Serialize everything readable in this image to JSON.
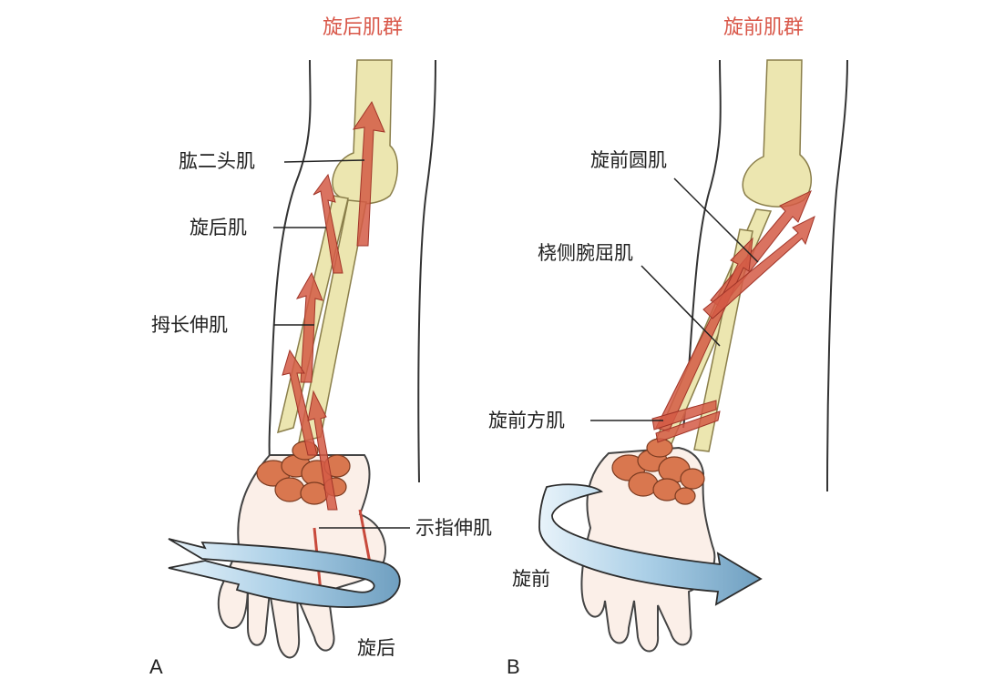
{
  "panel_a": {
    "title": "旋后肌群",
    "letter": "A",
    "labels": {
      "biceps": "肱二头肌",
      "supinator": "旋后肌",
      "epl": "拇长伸肌",
      "extensor_indicis": "示指伸肌",
      "motion": "旋后"
    }
  },
  "panel_b": {
    "title": "旋前肌群",
    "letter": "B",
    "labels": {
      "pronator_teres": "旋前圆肌",
      "fcr": "桡侧腕屈肌",
      "pronator_quadratus": "旋前方肌",
      "motion": "旋前"
    }
  },
  "colors": {
    "bone": "#ece6b0",
    "muscle": "#d45a45",
    "carpal": "#d9774f",
    "skin": "#fbefe8",
    "arrow": "#a9cee6",
    "title": "#d9584a"
  }
}
